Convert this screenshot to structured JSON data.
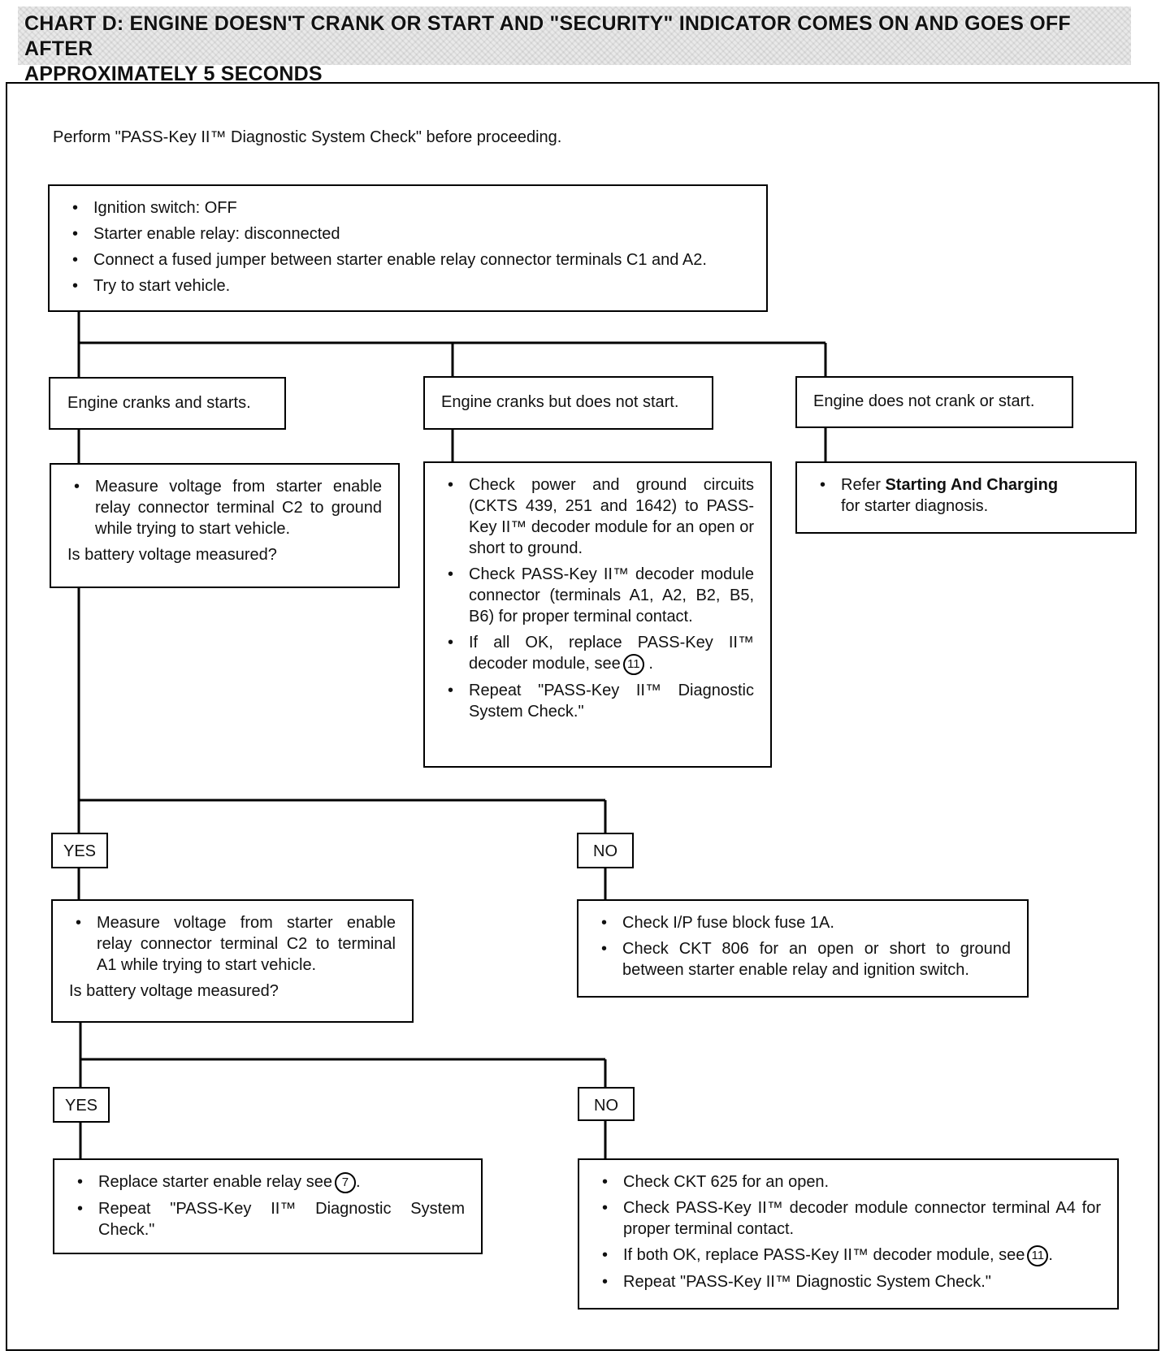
{
  "chart": {
    "title_line1": "CHART D:  ENGINE DOESN'T CRANK OR START AND \"SECURITY\" INDICATOR COMES ON AND GOES OFF AFTER",
    "title_line2": "APPROXIMATELY 5 SECONDS"
  },
  "intro": "Perform \"PASS-Key II™ Diagnostic System Check\" before proceeding.",
  "step1": {
    "items": [
      "Ignition switch:  OFF",
      "Starter enable relay:  disconnected",
      "Connect a fused jumper between starter enable relay connector terminals C1 and A2.",
      "Try to start vehicle."
    ]
  },
  "outcomes": {
    "cranks_starts": "Engine cranks and starts.",
    "cranks_no_start": "Engine cranks but does not start.",
    "no_crank": "Engine does not crank or start."
  },
  "measure1": {
    "item": "Measure voltage from starter enable relay connector terminal C2 to ground while trying to start vehicle.",
    "question": "Is battery voltage measured?"
  },
  "crank_no_start_actions": {
    "items": [
      "Check power and ground circuits (CKTS 439, 251 and 1642) to PASS-Key II™ decoder module for an open or short to ground.",
      "Check PASS-Key II™ decoder module connector (terminals A1, A2, B2, B5, B6) for proper terminal contact.",
      "If all OK, replace PASS-Key II™ decoder module, see",
      "Repeat \"PASS-Key II™ Diagnostic System Check.\""
    ],
    "ref": "11"
  },
  "no_crank_action": {
    "prefix": "Refer ",
    "bold": "Starting And Charging",
    "suffix": "for starter diagnosis."
  },
  "yes_label": "YES",
  "no_label": "NO",
  "no1_actions": {
    "items": [
      "Check I/P fuse block fuse 1A.",
      "Check CKT 806 for an open or short to ground between starter enable relay and ignition switch."
    ]
  },
  "measure2": {
    "item": "Measure voltage from starter enable relay connector terminal C2 to terminal A1 while trying to start vehicle.",
    "question": "Is battery voltage measured?"
  },
  "yes2_actions": {
    "items": [
      "Replace starter enable relay see",
      "Repeat \"PASS-Key II™ Diagnostic System Check.\""
    ],
    "ref": "7"
  },
  "no2_actions": {
    "items": [
      "Check CKT 625 for an open.",
      "Check PASS-Key II™ decoder module connector terminal A4 for proper terminal contact.",
      "If both OK, replace PASS-Key II™ decoder module, see",
      "Repeat \"PASS-Key II™ Diagnostic System Check.\""
    ],
    "ref": "11"
  }
}
